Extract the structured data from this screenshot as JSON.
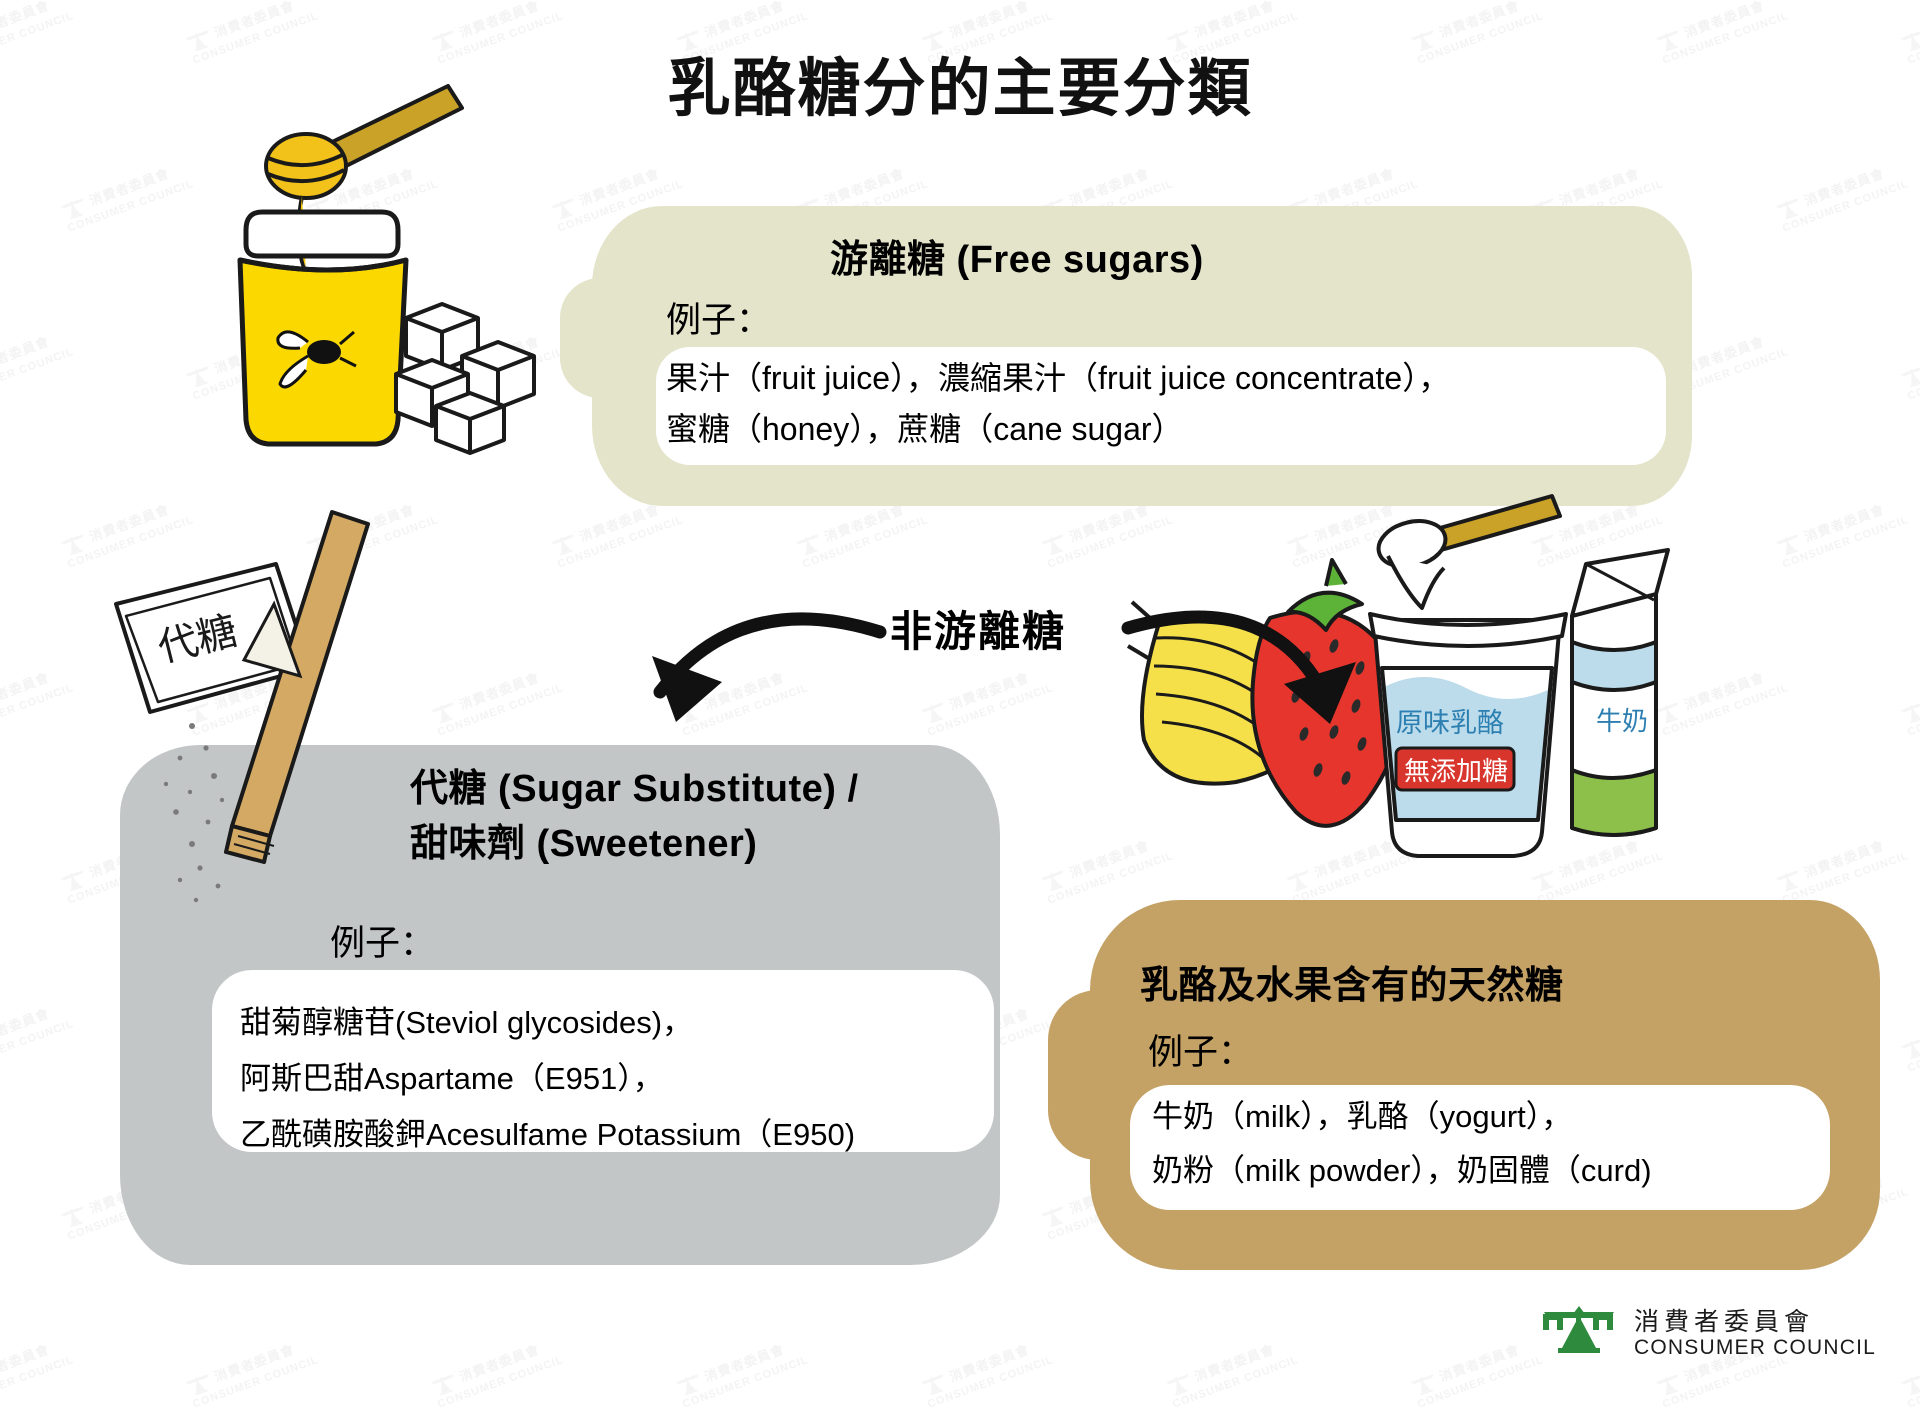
{
  "page": {
    "title": "乳酪糖分的主要分類",
    "background_color": "#ffffff"
  },
  "arrow": {
    "label": "非游離糖"
  },
  "categories": {
    "free_sugars": {
      "heading": "游離糖 (Free sugars)",
      "examples_label": "例子：",
      "examples": [
        "果汁（fruit juice），濃縮果汁（fruit juice concentrate），",
        "蜜糖（honey），蔗糖（cane sugar）"
      ],
      "blob_color": "#e4e4cb",
      "card_color": "#ffffff"
    },
    "sugar_substitute": {
      "heading_line1": "代糖 (Sugar Substitute) /",
      "heading_line2": "甜味劑 (Sweetener)",
      "examples_label": "例子：",
      "examples": [
        "甜菊醇糖苷(Steviol glycosides)，",
        "阿斯巴甜Aspartame（E951），",
        "乙酰磺胺酸鉀Acesulfame Potassium（E950)"
      ],
      "blob_color": "#c2c6c6",
      "card_color": "#ffffff"
    },
    "natural_sugars": {
      "heading": "乳酪及水果含有的天然糖",
      "examples_label": "例子：",
      "examples": [
        "牛奶（milk），乳酪（yogurt），",
        "奶粉（milk powder），奶固體（curd)"
      ],
      "blob_color": "#c4a164",
      "card_color": "#ffffff"
    }
  },
  "illustrations": {
    "honey_jar": "honey-jar-with-dipper-and-sugar-cubes",
    "sweetener_packet": "sweetener-sachet-labelled-代糖",
    "dairy_group": "banana-strawberry-yogurt-cup-milk-carton",
    "packet_label": "代糖",
    "yogurt_cup_label": "原味乳酪",
    "yogurt_badge_label": "無添加糖",
    "milk_carton_label": "牛奶"
  },
  "logo": {
    "name_cn": "消費者委員會",
    "name_en": "CONSUMER COUNCIL",
    "color": "#2e8b3d"
  },
  "watermark": {
    "text_cn": "消費者委員會",
    "text_en": "CONSUMER COUNCIL"
  }
}
